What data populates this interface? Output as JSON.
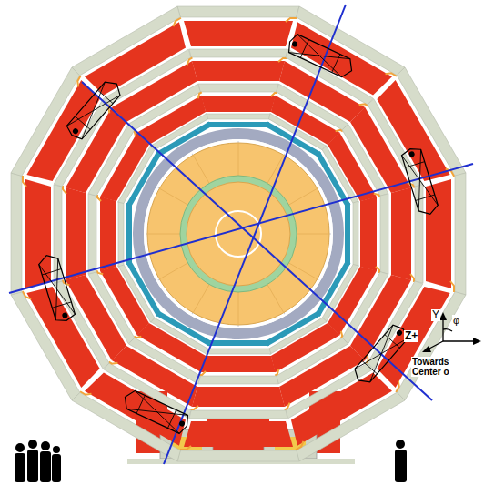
{
  "diagram": {
    "labels": [
      "Y",
      "φ",
      "Z+",
      "Towards Center o"
    ]
  }
}
